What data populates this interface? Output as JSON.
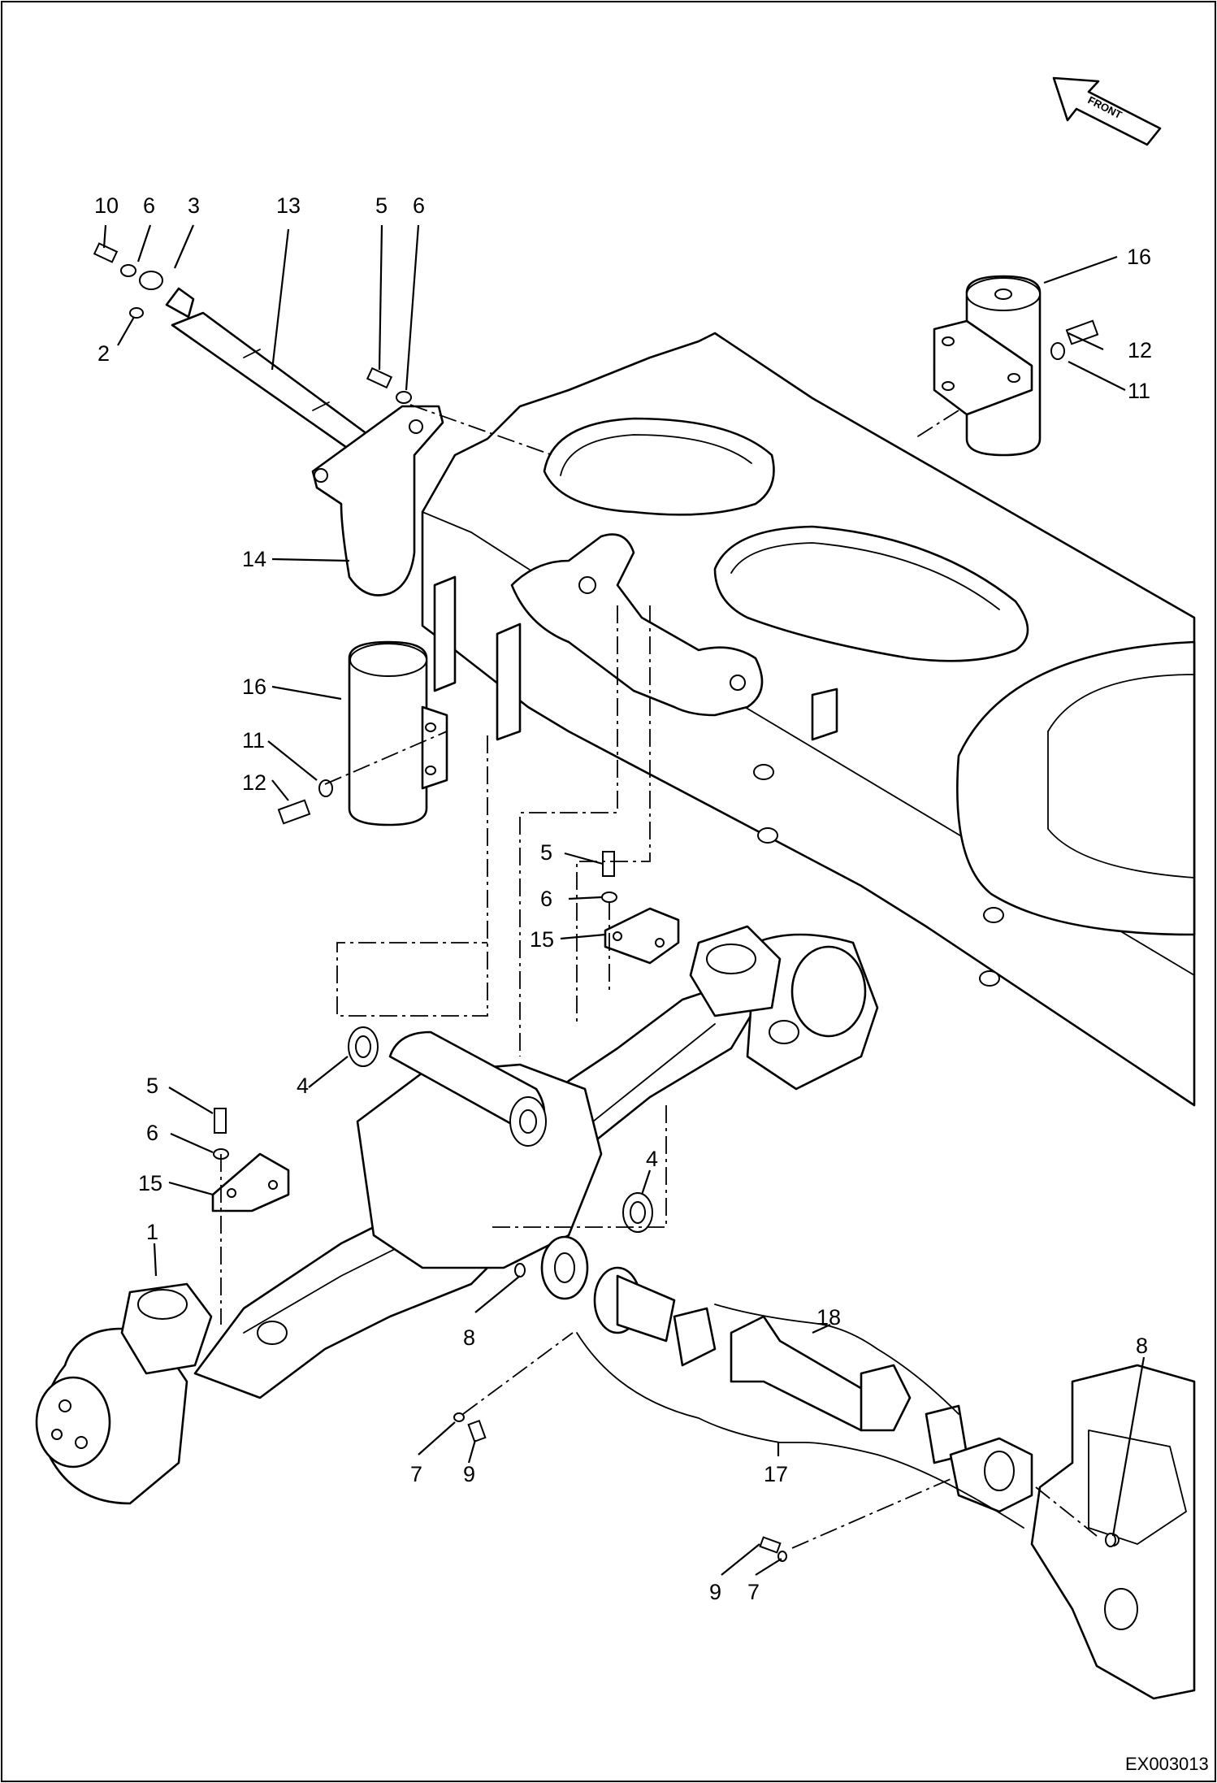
{
  "figure_code": "EX003013",
  "front_arrow_label": "FRONT",
  "callouts": {
    "c10": "10",
    "c6a": "6",
    "c3": "3",
    "c13": "13",
    "c5a": "5",
    "c6b": "6",
    "c2": "2",
    "c14": "14",
    "c16a": "16",
    "c12a": "12",
    "c11a": "11",
    "c16b": "16",
    "c11b": "11",
    "c12b": "12",
    "c5b": "5",
    "c6c": "6",
    "c15a": "15",
    "c4a": "4",
    "c5c": "5",
    "c6d": "6",
    "c15b": "15",
    "c4b": "4",
    "c1": "1",
    "c8a": "8",
    "c18": "18",
    "c8b": "8",
    "c7a": "7",
    "c9a": "9",
    "c17": "17",
    "c9b": "9",
    "c7b": "7"
  }
}
